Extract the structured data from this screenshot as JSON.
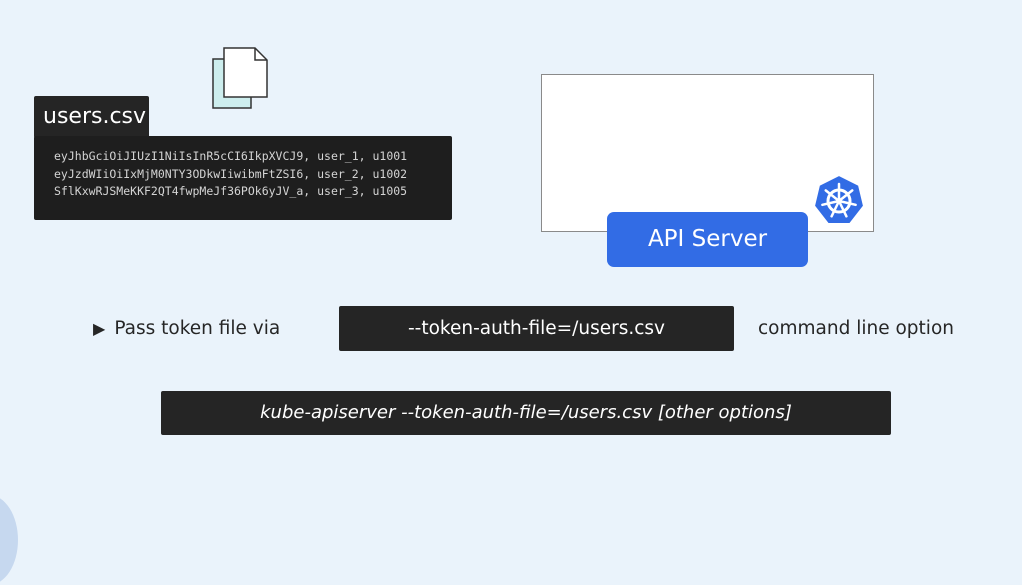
{
  "colors": {
    "background": "#eaf3fb",
    "dark_panel": "#252525",
    "api_blue": "#326ce5",
    "file_icon_fill": "#cdeeee"
  },
  "file": {
    "name": "users.csv",
    "icon": "file-icon",
    "lines": [
      "eyJhbGciOiJIUzI1NiIsInR5cCI6IkpXVCJ9, user_1, u1001",
      "eyJzdWIiOiIxMjM0NTY3ODkwIiwibmFtZSI6, user_2, u1002",
      "SflKxwRJSMeKKF2QT4fwpMeJf36POk6yJV_a, user_3, u1005"
    ]
  },
  "server": {
    "label": "API Server",
    "logo_icon": "kubernetes-icon"
  },
  "instruction": {
    "bullet": "▶",
    "prefix": "Pass token file via",
    "option": "--token-auth-file=/users.csv",
    "suffix": "command line option"
  },
  "command": {
    "text": "kube-apiserver --token-auth-file=/users.csv [other options]"
  }
}
